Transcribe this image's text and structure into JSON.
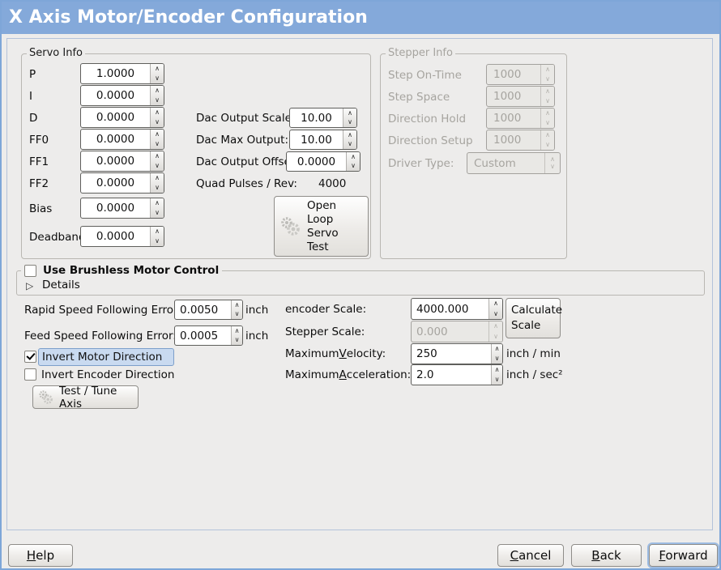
{
  "window": {
    "title": "X Axis Motor/Encoder Configuration"
  },
  "icons": {
    "spin_up": "∧",
    "spin_down": "∨",
    "expander_arrow": "▷"
  },
  "servo_info": {
    "legend": "Servo Info",
    "params": [
      {
        "label": "P",
        "value": "1.0000"
      },
      {
        "label": "I",
        "value": "0.0000"
      },
      {
        "label": "D",
        "value": "0.0000"
      },
      {
        "label": "FF0",
        "value": "0.0000"
      },
      {
        "label": "FF1",
        "value": "0.0000"
      },
      {
        "label": "FF2",
        "value": "0.0000"
      },
      {
        "label": "Bias",
        "value": "0.0000"
      },
      {
        "label": "Deadband",
        "value": "0.0000"
      }
    ],
    "dac_rows": [
      {
        "label": "Dac Output Scale:",
        "value": "10.00"
      },
      {
        "label": "Dac Max Output:",
        "value": "10.00"
      },
      {
        "label": "Dac Output Offset:",
        "value": "0.0000"
      }
    ],
    "quad_label": "Quad Pulses / Rev:",
    "quad_value": "4000",
    "open_loop_button": "Open\nLoop\nServo\nTest"
  },
  "stepper_info": {
    "legend": "Stepper Info",
    "rows": [
      {
        "label": "Step On-Time",
        "value": "1000"
      },
      {
        "label": "Step Space",
        "value": "1000"
      },
      {
        "label": "Direction Hold",
        "value": "1000"
      },
      {
        "label": "Direction Setup",
        "value": "1000"
      }
    ],
    "driver_type_label": "Driver Type:",
    "driver_type_value": "Custom"
  },
  "brushless": {
    "label": "Use Brushless Motor Control",
    "checked": false,
    "details_label": "Details"
  },
  "following_error": {
    "rapid_label": "Rapid Speed Following Error:",
    "rapid_value": "0.0050",
    "rapid_unit": "inch",
    "feed_label": "Feed Speed Following Error:",
    "feed_value": "0.0005",
    "feed_unit": "inch"
  },
  "direction": {
    "invert_motor_label": "Invert Motor Direction",
    "invert_motor_checked": true,
    "invert_encoder_label": "Invert Encoder Direction",
    "invert_encoder_checked": false,
    "test_tune_button": "Test / Tune Axis"
  },
  "scaling": {
    "encoder_label": "encoder Scale:",
    "encoder_value": "4000.000",
    "calculate_button": "Calculate\nScale",
    "stepper_label": "Stepper Scale:",
    "stepper_value": "0.000",
    "velocity_pre": "Maximum ",
    "velocity_u": "V",
    "velocity_post": "elocity:",
    "velocity_value": "250",
    "velocity_unit": "inch / min",
    "accel_pre": "Maximum ",
    "accel_u": "A",
    "accel_post": "cceleration:",
    "accel_value": "2.0",
    "accel_unit": "inch / sec²"
  },
  "footer": {
    "help_u": "H",
    "help_rest": "elp",
    "cancel_u": "C",
    "cancel_rest": "ancel",
    "back_u": "B",
    "back_rest": "ack",
    "forward_u": "F",
    "forward_rest": "orward"
  },
  "colors": {
    "titlebar": "#84a9da",
    "window_border": "#7ea6d8",
    "background": "#edeceb",
    "focus_highlight": "#c9daf0",
    "focus_border": "#7d9fca",
    "disabled_text": "#a6a49f"
  }
}
